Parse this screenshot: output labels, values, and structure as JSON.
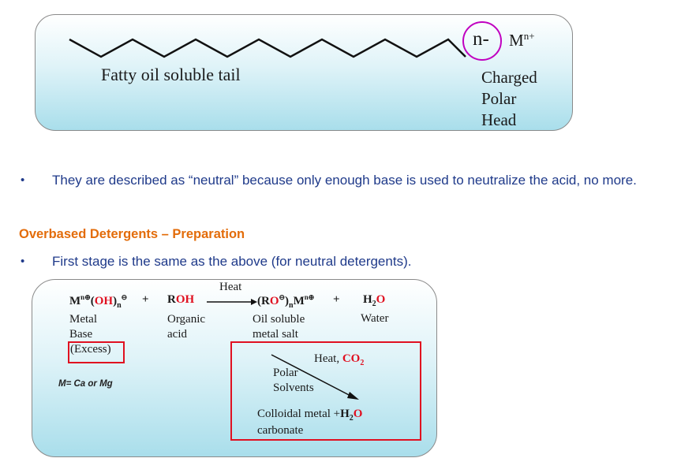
{
  "surfactant": {
    "tail_label": "Fatty oil soluble tail",
    "head_symbol": "n-",
    "counter_ion": "M",
    "counter_ion_charge": "n+",
    "head_label_lines": [
      "Charged",
      "Polar",
      "Head"
    ]
  },
  "bullet1": "They are described as “neutral” because only enough base is used to neutralize the acid, no more.",
  "section_title": "Overbased Detergents – Preparation",
  "bullet2": "First stage is the same as the above (for neutral detergents).",
  "reaction": {
    "metal_base": {
      "metal": "M",
      "metal_sup": "n",
      "charge_sup": "⊕",
      "paren_open": "(",
      "group": "OH",
      "paren_close": ")",
      "sub": "n",
      "anion_sup": "⊖"
    },
    "plus1": "+",
    "acid": {
      "part1": "R",
      "part2": "OH"
    },
    "arrow_label": "Heat",
    "salt": {
      "paren_open": "(R",
      "red": "O",
      "paren_close": ")",
      "sub": "n",
      "metal": "M",
      "metal_sup": "n",
      "anion_sup": "⊖",
      "cation_sup": "⊕"
    },
    "plus2": "+",
    "water": {
      "h": "H",
      "sub": "2",
      "o": "O"
    },
    "labels": {
      "metal_base": [
        "Metal",
        "Base"
      ],
      "excess": "(Excess)",
      "organic_acid": [
        "Organic",
        "acid"
      ],
      "salt": [
        "Oil soluble",
        "metal salt"
      ],
      "water": "Water"
    },
    "metal_note": "M= Ca or Mg",
    "second_stage": {
      "condition_heat": "Heat, ",
      "co2_c": "CO",
      "co2_sub": "2",
      "polar_solvents": [
        "Polar",
        "Solvents"
      ],
      "product_line1": "Colloidal metal  +",
      "product_h": "H",
      "product_sub": "2",
      "product_o": "O",
      "product_line2": "carbonate"
    }
  }
}
